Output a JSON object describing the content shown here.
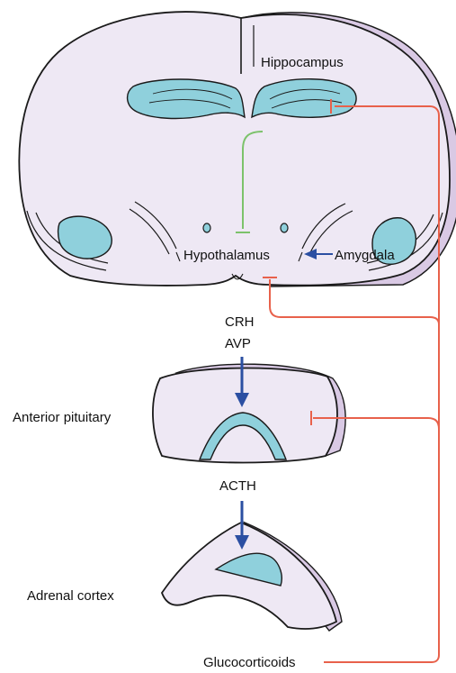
{
  "labels": {
    "hippocampus": "Hippocampus",
    "hypothalamus": "Hypothalamus",
    "amygdala": "Amygdala",
    "crh": "CRH",
    "avp": "AVP",
    "anterior_pituitary": "Anterior pituitary",
    "acth": "ACTH",
    "adrenal_cortex": "Adrenal cortex",
    "glucocorticoids": "Glucocorticoids"
  },
  "colors": {
    "tissue_fill": "#EEE8F4",
    "tissue_edge": "#D7C6E2",
    "outline": "#1A1A1A",
    "structure_fill": "#8FD0DC",
    "structure_light": "#BFE5EC",
    "inhibition_red": "#E8614B",
    "excitation_blue": "#2B4FA2",
    "hippocampal_inhibition_green": "#7CC26B"
  }
}
